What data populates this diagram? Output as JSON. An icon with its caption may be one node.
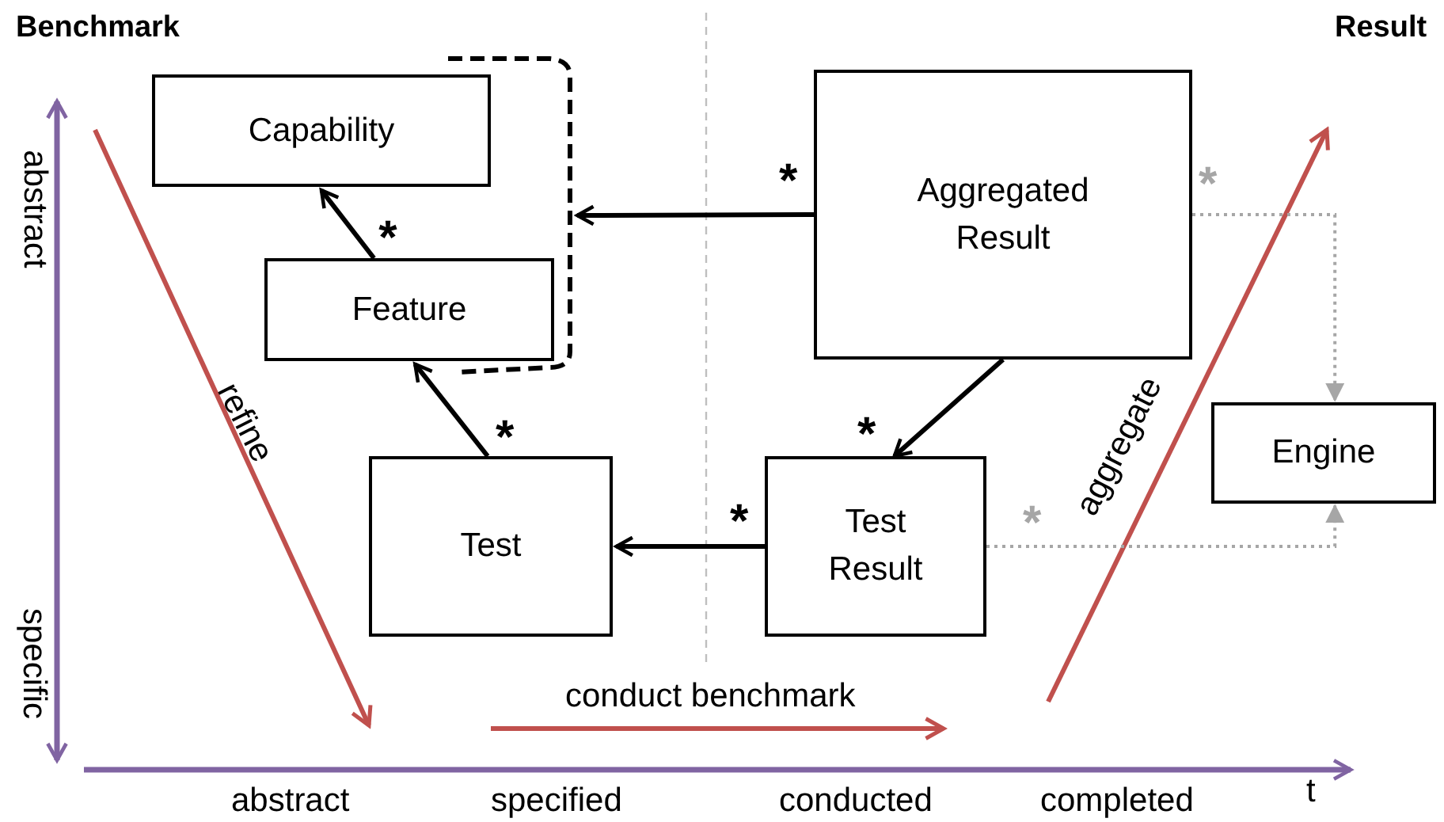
{
  "diagram": {
    "nodes": [
      {
        "text": [
          "Capability"
        ]
      },
      {
        "text": [
          "Feature"
        ]
      },
      {
        "text": [
          "Test"
        ]
      },
      {
        "text": [
          "Aggregated Result"
        ]
      },
      {
        "text": [
          "Test Result"
        ]
      },
      {
        "text": [
          "Engine"
        ]
      },
      {
        "text": [],
        "shape": "bracket"
      }
    ],
    "edges": [
      {
        "from": 1,
        "to": 0,
        "arrow": "to",
        "label": "*"
      },
      {
        "from": 2,
        "to": 1,
        "arrow": "to",
        "label": "*"
      },
      {
        "from": 3,
        "to": 6,
        "arrow": "to",
        "label": "*"
      },
      {
        "from": 3,
        "to": 4,
        "arrow": "to",
        "label": "*"
      },
      {
        "from": 4,
        "to": 2,
        "arrow": "to",
        "label": "*"
      },
      {
        "from": 3,
        "to": 5,
        "arrow": "to",
        "label": "*",
        "style": "dashed",
        "color": "#a6a6a6"
      },
      {
        "from": 4,
        "to": 5,
        "arrow": "to",
        "label": "*",
        "style": "dashed",
        "color": "#a6a6a6"
      }
    ],
    "labels": [
      "Benchmark",
      "Result",
      "abstract",
      "refine",
      "aggregate",
      "specific",
      "conduct benchmark",
      "abstract",
      "specified",
      "conducted",
      "completed",
      "t"
    ]
  }
}
